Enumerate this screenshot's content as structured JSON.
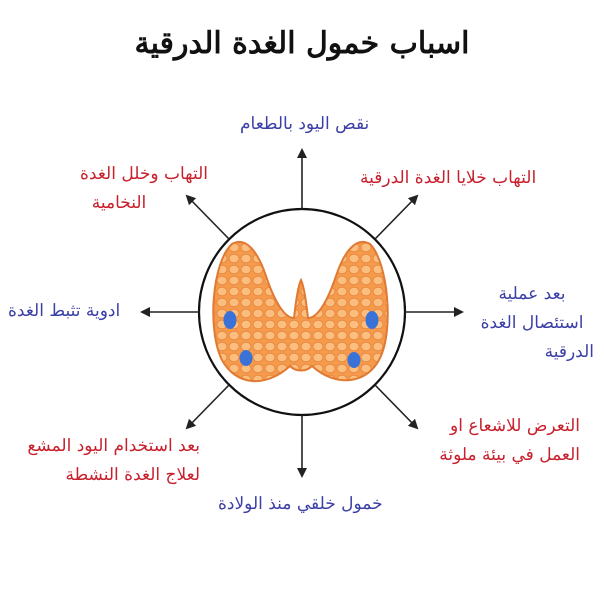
{
  "title": "اسباب خمول الغدة الدرقية",
  "causes": {
    "top": "نقص اليود بالطعام",
    "top_right": "التهاب خلايا الغدة الدرقية",
    "right": [
      "بعد عملية",
      "استئصال الغدة",
      "الدرقية"
    ],
    "bottom_right": [
      "التعرض للاشعاع او",
      "العمل في بيئة ملوثة"
    ],
    "bottom": "خمول خلقي منذ الولادة",
    "bottom_left": [
      "بعد استخدام اليود المشع",
      "لعلاج الغدة النشطة"
    ],
    "left": "ادوية تثبط الغدة",
    "top_left": [
      "التهاب وخلل الغدة",
      "النخامية"
    ]
  },
  "colors": {
    "blue_text": "#3b3fa6",
    "red_text": "#c8202d",
    "gland_fill": "#f5a35a",
    "nodule": "#3a72d8"
  }
}
